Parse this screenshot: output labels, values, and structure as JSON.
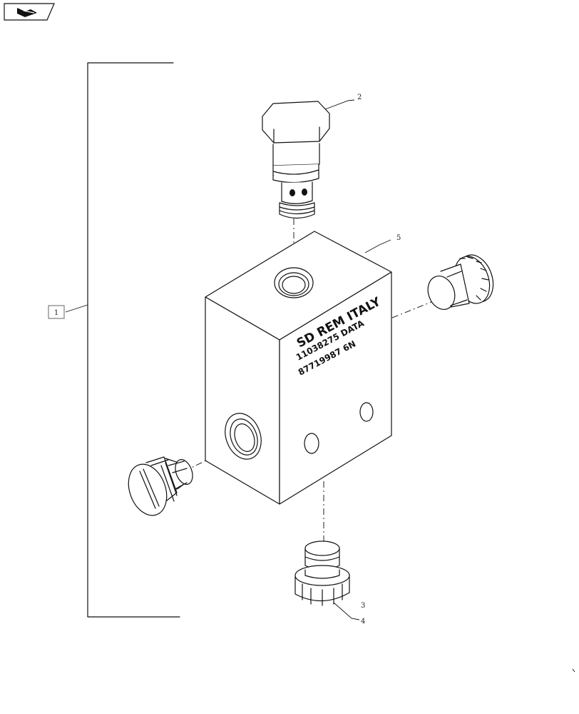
{
  "nav": {
    "icon": "back-arrow-icon"
  },
  "callouts": {
    "item_1": "1",
    "item_2": "2",
    "item_3": "3",
    "item_4": "4",
    "item_5": "5"
  },
  "block_markings": {
    "line_1": "SD REM ITALY",
    "line_2": "11038275 DATA",
    "line_3": "87719987 6N"
  }
}
